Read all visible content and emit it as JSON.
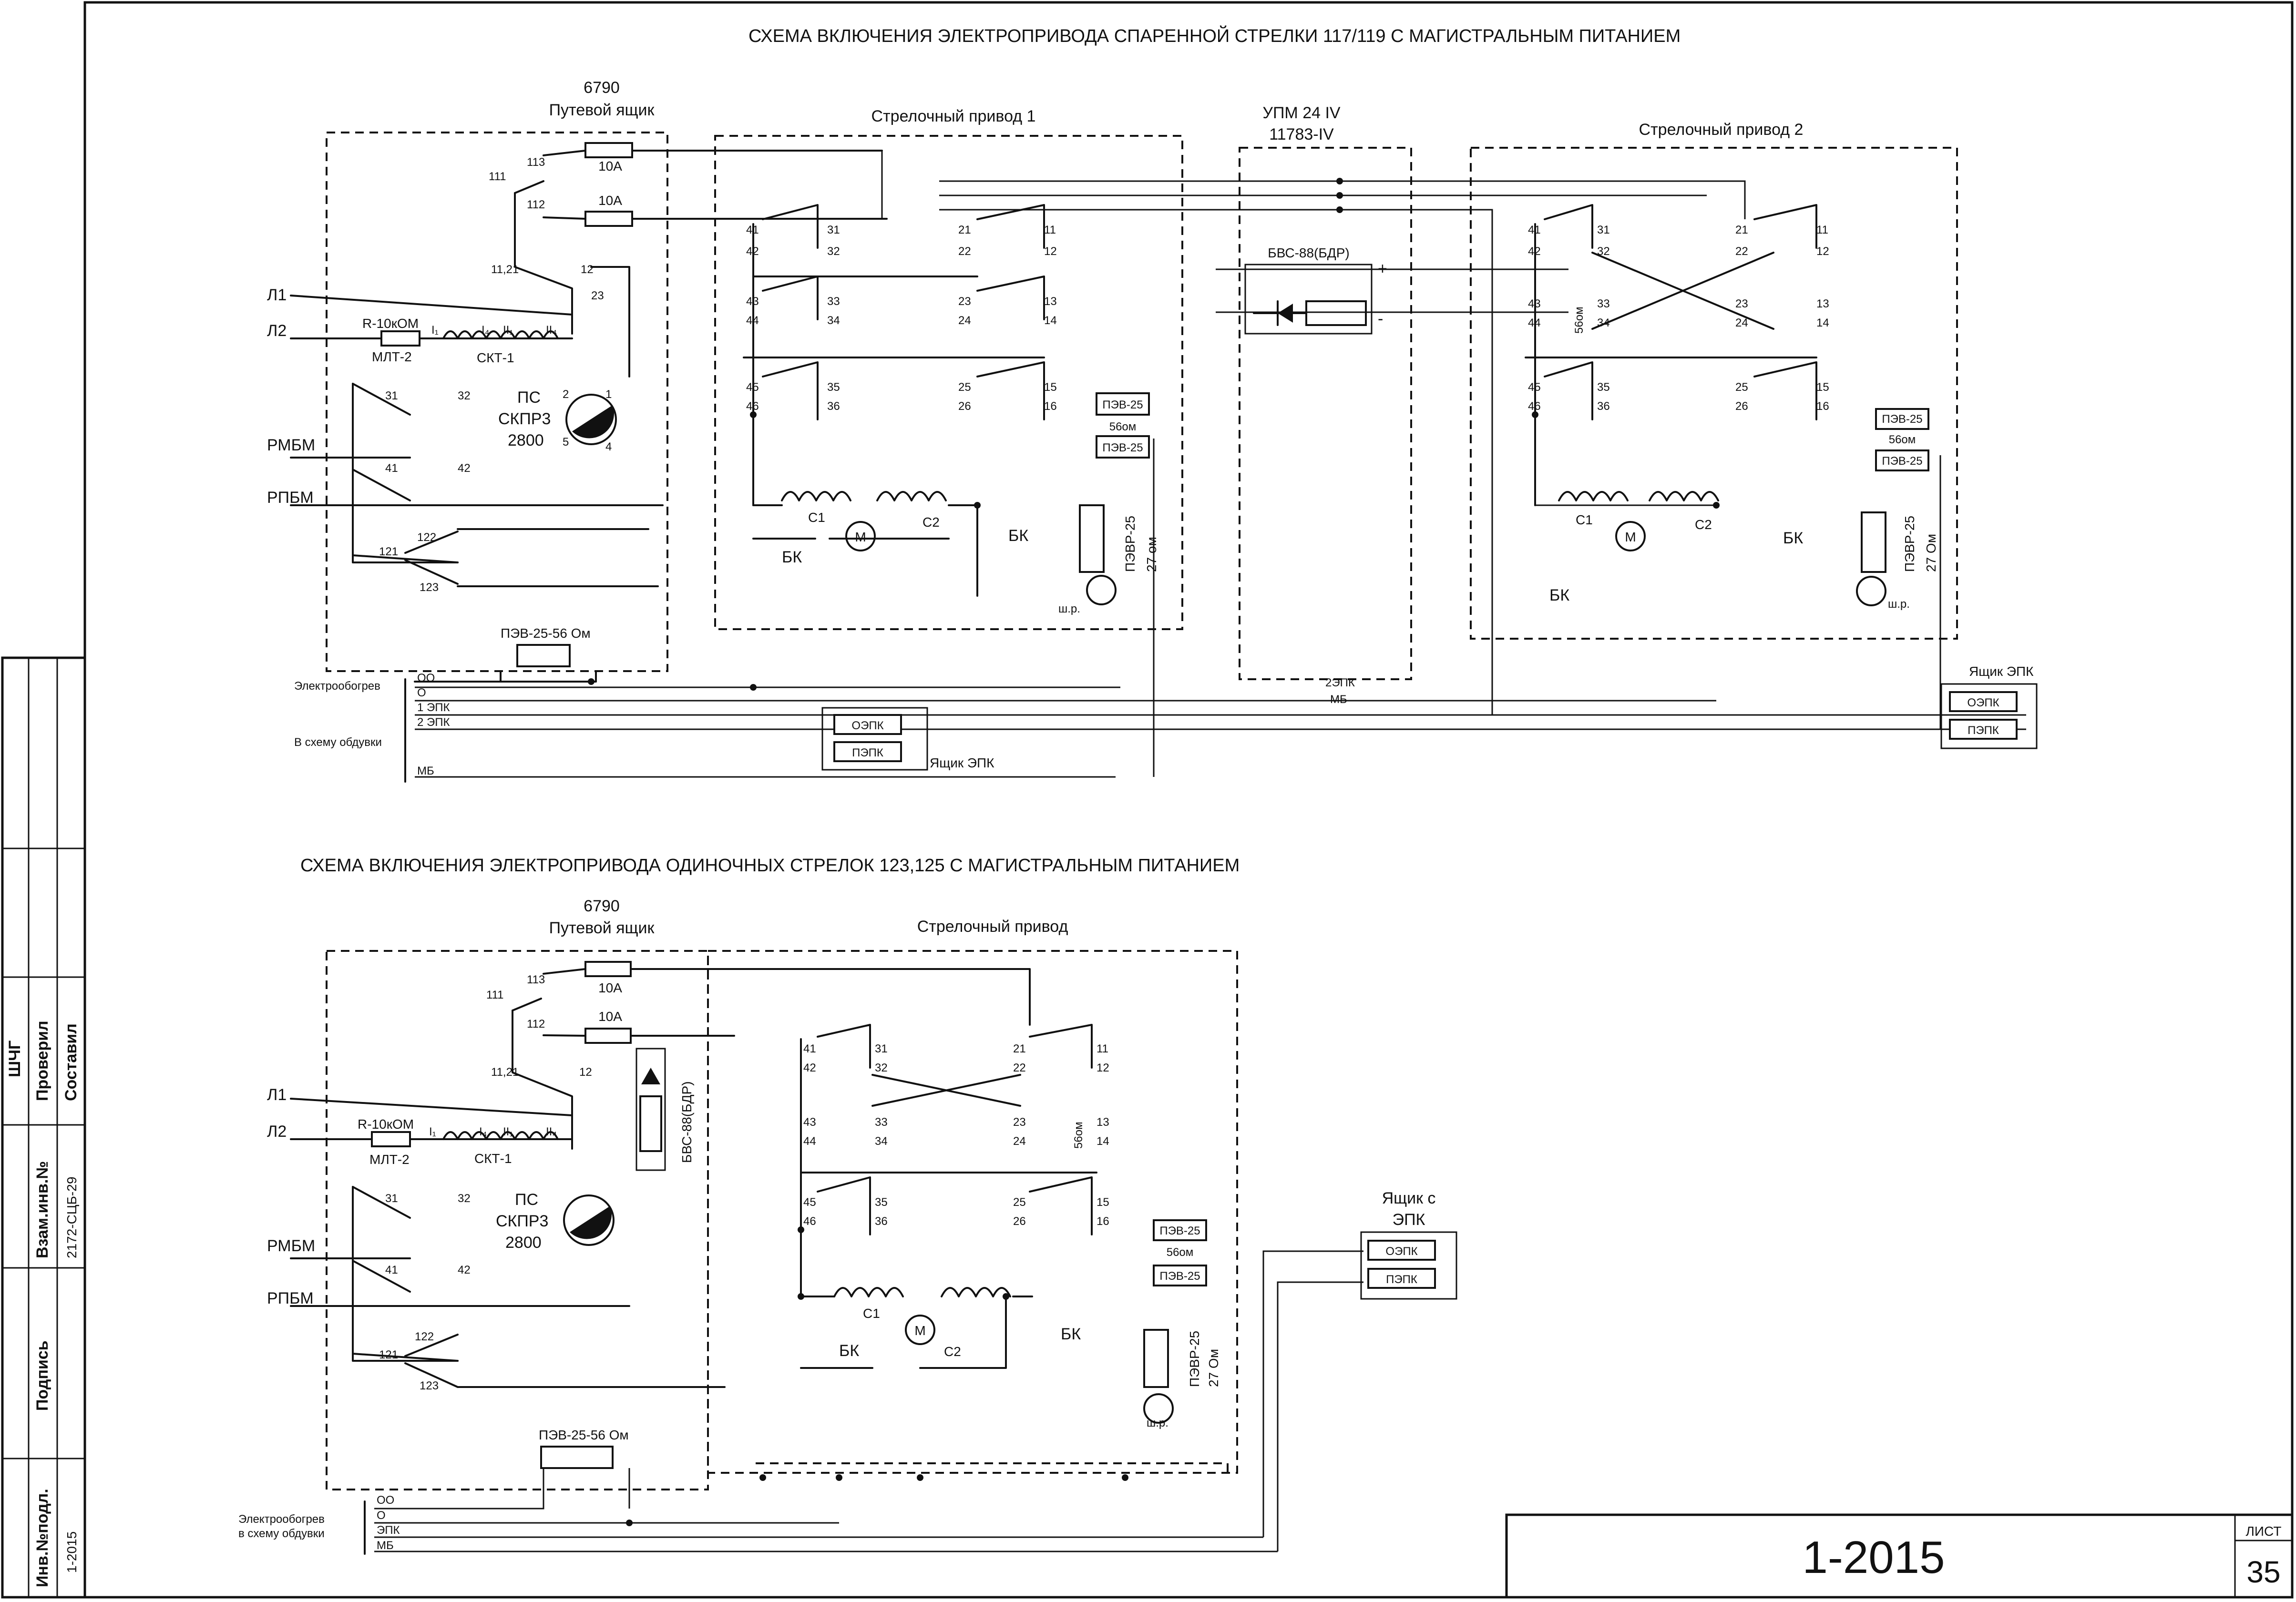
{
  "top": {
    "title": "СХЕМА ВКЛЮЧЕНИЯ ЭЛЕКТРОПРИВОДА СПАРЕННОЙ СТРЕЛКИ  117/119 С МАГИСТРАЛЬНЫМ ПИТАНИЕМ",
    "box_code": "6790",
    "box_name": "Путевой ящик",
    "drive1": "Стрелочный привод 1",
    "drive2": "Стрелочный привод 2",
    "upm": "УПМ 24 IV",
    "upm_code": "11783-IV",
    "bvs": "БВС-88(БДР)",
    "plus": "+",
    "minus": "-",
    "fuse": "10А",
    "l1": "Л1",
    "l2": "Л2",
    "rmbm": "РМБМ",
    "rpbm": "РПБМ",
    "resistor": "R-10кОМ",
    "mlt": "МЛТ-2",
    "skt": "СКТ-1",
    "ps": "ПС",
    "skpr": "СКПР3",
    "ps_num": "2800",
    "i1": "I₁",
    "i4": "I₄",
    "ii1": "II₁",
    "ii4": "II₄",
    "pev": "ПЭВ-25",
    "om56": "56ом",
    "pevr": "ПЭВР-25",
    "om27": "27 ом",
    "om27b": "27 Ом",
    "shr": "ш.р.",
    "bk": "БК",
    "c1": "С1",
    "c2": "С2",
    "m": "М",
    "pev_heat": "ПЭВ-25-56 Ом",
    "heating": "Электрообогрев",
    "blowing": "В схему обдувки",
    "oo": "ОО",
    "o": "О",
    "epk1": "1 ЭПК",
    "epk2": "2 ЭПК",
    "epk2b": "2ЭПК",
    "mb": "МБ",
    "oepk": "ОЭПК",
    "pepk": "ПЭПК",
    "epk_box": "Ящик ЭПК"
  },
  "bottom": {
    "title": "СХЕМА ВКЛЮЧЕНИЯ ЭЛЕКТРОПРИВОДА ОДИНОЧНЫХ СТРЕЛОК 123,125 С МАГИСТРАЛЬНЫМ ПИТАНИЕМ",
    "box_code": "6790",
    "box_name": "Путевой ящик",
    "drive": "Стрелочный привод",
    "bvs": "БВС-88(БДР)",
    "epk_box_1": "Ящик с",
    "epk_box_2": "ЭПК",
    "heating_1": "Электрообогрев",
    "heating_2": "в схему обдувки",
    "epk": "ЭПК",
    "pev_heat": "ПЭВ-25-56 Ом",
    "pevr": "ПЭВР-25",
    "om27": "27 Ом"
  },
  "stamp": {
    "shchg": "ШЧГ",
    "checked": "Проверил",
    "compiled": "Составил",
    "vzam_label": "Взам.инв.№",
    "vzam_value": "2172-СЦБ-29",
    "sign_label": "Подпись",
    "inv_label": "Инв.№подл.",
    "inv_value": "1-2015",
    "doc_number": "1-2015",
    "sheet_label": "ЛИСТ",
    "sheet_number": "35"
  }
}
